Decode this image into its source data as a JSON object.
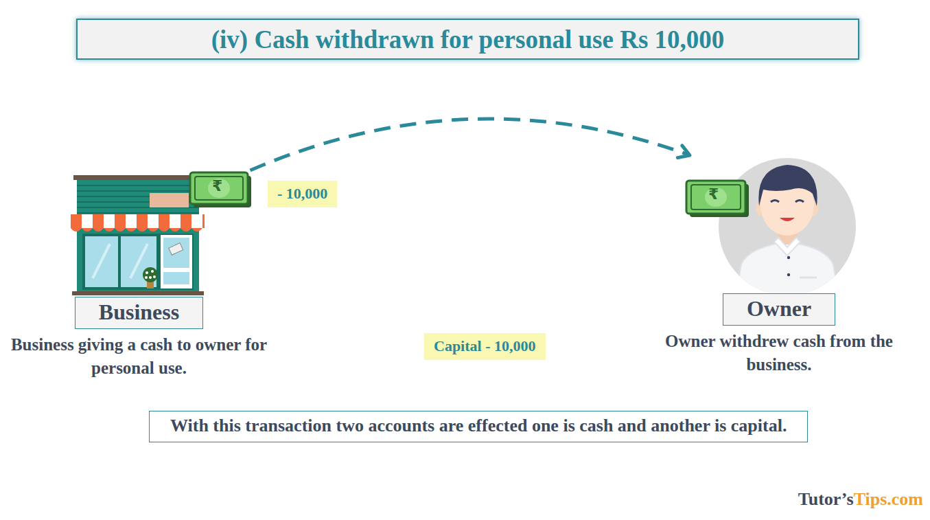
{
  "diagram": {
    "title": "(iv) Cash withdrawn for personal use Rs 10,000",
    "nodes": [
      {
        "text": [
          "Business",
          "Business giving a cash to owner for personal use."
        ]
      },
      {
        "text": [
          "Owner",
          "Owner withdrew cash from the business."
        ]
      },
      {
        "text": [
          "- 10,000"
        ]
      },
      {
        "text": [
          "Capital - 10,000"
        ]
      },
      {
        "text": [
          "With this transaction two accounts are effected one is cash and another is capital."
        ]
      }
    ],
    "edges": [
      {
        "from": 0,
        "to": 1,
        "arrow": "to"
      }
    ],
    "labels": [
      "₹",
      "₹",
      "Tutor’s",
      "Tips.com"
    ]
  }
}
